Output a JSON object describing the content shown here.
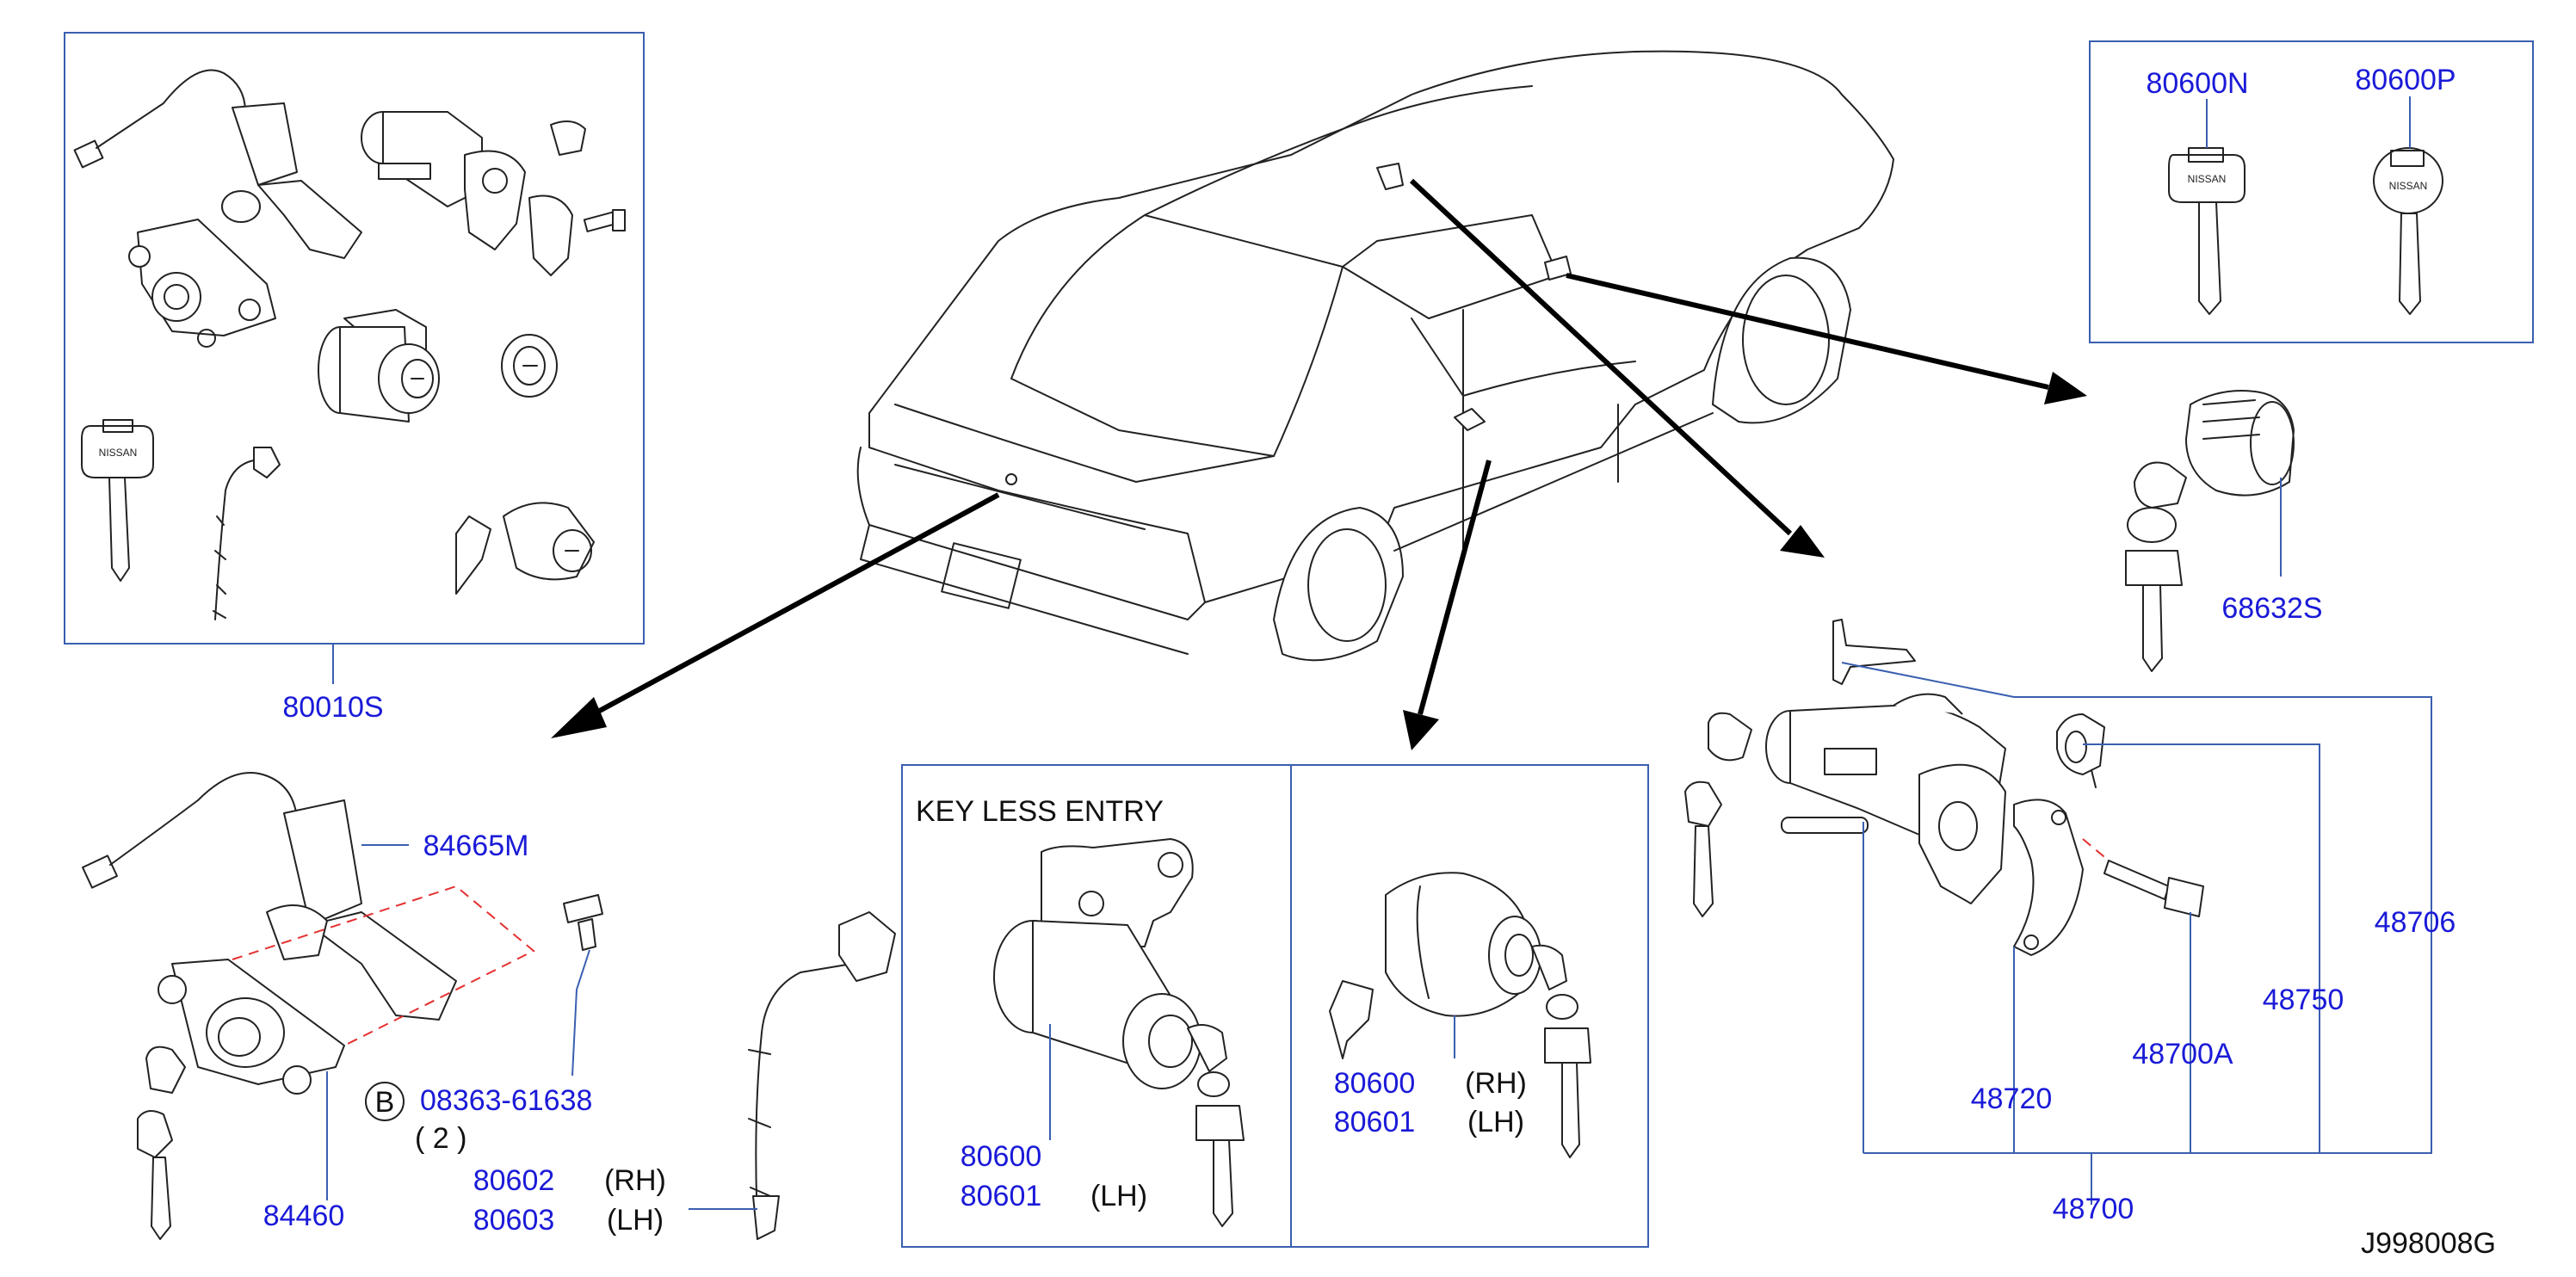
{
  "diagram_code": "J998008G",
  "section_title": "KEY LESS ENTRY",
  "nissan_badge_text": "NISSAN",
  "callouts": {
    "c80010S": "80010S",
    "c84665M": "84665M",
    "c08363": "08363-61638",
    "bolt_marker": "B",
    "bolt_qty": "( 2 )",
    "c84460": "84460",
    "c80602": "80602",
    "c80602_side": "(RH)",
    "c80603": "80603",
    "c80603_side": "(LH)",
    "c80600_a": "80600",
    "c80601_a": "80601",
    "c80601_a_side": "(LH)",
    "c80600_b": "80600",
    "c80600_b_side": "(RH)",
    "c80601_b": "80601",
    "c80601_b_side": "(LH)",
    "c80600N": "80600N",
    "c80600P": "80600P",
    "c68632S": "68632S",
    "c48706": "48706",
    "c48750": "48750",
    "c48700A": "48700A",
    "c48720": "48720",
    "c48700": "48700"
  },
  "colors": {
    "callout_text": "#1a1ad8",
    "leader_line": "#3a5fb0",
    "dashed_guide": "#e53030",
    "linework": "#222222"
  }
}
